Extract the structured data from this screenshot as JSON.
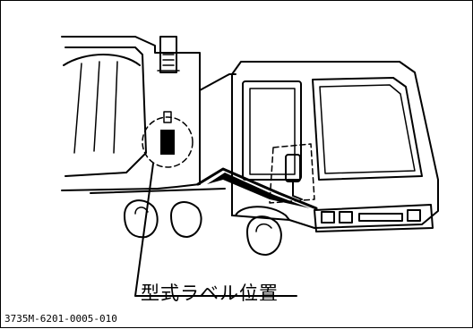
{
  "diagram": {
    "callout_label": "型式ラベル位置",
    "document_code": "3735M-6201-0005-010"
  },
  "colors": {
    "line": "#000000",
    "background": "#ffffff",
    "label_fill": "#000000"
  },
  "icons": [
    "forklift-truck-illustration",
    "type-label-marker"
  ]
}
